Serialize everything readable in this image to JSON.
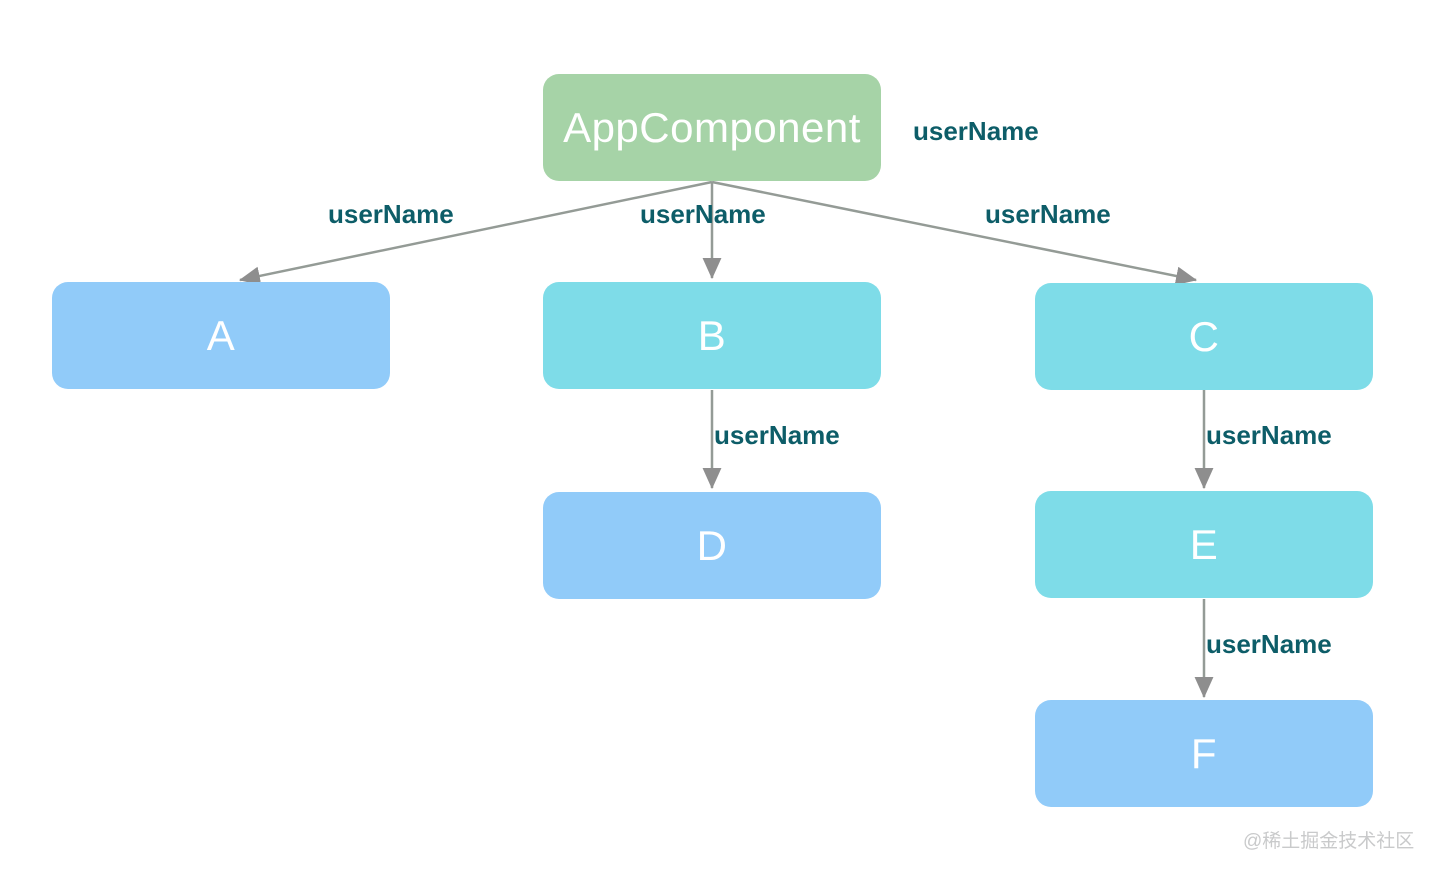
{
  "diagram": {
    "root": {
      "label": "AppComponent",
      "property_label": "userName"
    },
    "nodes": [
      {
        "id": "A",
        "label": "A",
        "color": "#91CBF9"
      },
      {
        "id": "B",
        "label": "B",
        "color": "#7EDCE8"
      },
      {
        "id": "C",
        "label": "C",
        "color": "#7EDCE8"
      },
      {
        "id": "D",
        "label": "D",
        "color": "#91CBF9"
      },
      {
        "id": "E",
        "label": "E",
        "color": "#7EDCE8"
      },
      {
        "id": "F",
        "label": "F",
        "color": "#91CBF9"
      }
    ],
    "edges": [
      {
        "from": "AppComponent",
        "to": "A",
        "label": "userName"
      },
      {
        "from": "AppComponent",
        "to": "B",
        "label": "userName"
      },
      {
        "from": "AppComponent",
        "to": "C",
        "label": "userName"
      },
      {
        "from": "B",
        "to": "D",
        "label": "userName"
      },
      {
        "from": "C",
        "to": "E",
        "label": "userName"
      },
      {
        "from": "E",
        "to": "F",
        "label": "userName"
      }
    ],
    "colors": {
      "root_node": "#A6D3A7",
      "teal_node": "#7EDCE8",
      "blue_node": "#91CBF9",
      "node_text": "#FFFFFF",
      "edge_label": "#0D5D68",
      "edge_line": "#949B96",
      "arrowhead": "#8E8E8E",
      "watermark": "#C9CACB"
    },
    "watermark": "@稀土掘金技术社区"
  }
}
